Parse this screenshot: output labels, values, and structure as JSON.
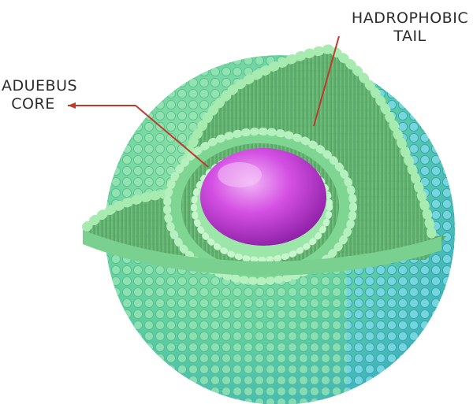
{
  "labels": {
    "core": {
      "line1": "ADUEBUS",
      "line2": "CORE"
    },
    "tail": {
      "line1": "HADROPHOBIC",
      "line2": "TAIL"
    }
  },
  "colors": {
    "background": "#ffffff",
    "outer_shell": "#5fcfa0",
    "outer_shell_blue": "#3fb6d6",
    "head_green": "#8ee09a",
    "tail_green": "#5aa86a",
    "core": "#c23ad6",
    "core_highlight": "#e79af0",
    "pointer": "#c0392b",
    "text": "#2b2b2b"
  },
  "icons": [
    "liposome-illustration"
  ]
}
